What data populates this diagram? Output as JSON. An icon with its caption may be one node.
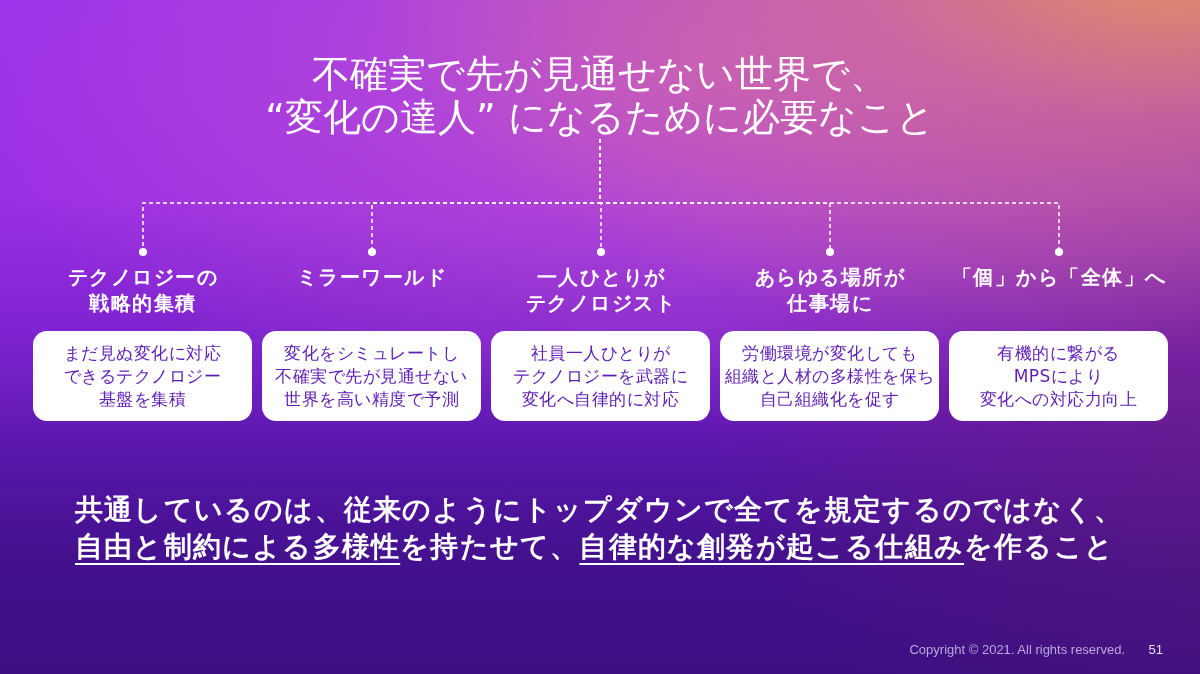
{
  "diagram": {
    "nodes": [
      {
        "text": [
          "不確実で先が見通せない世界で、“変化の達人” になるために必要なこと"
        ]
      },
      {
        "text": [
          "テクノロジーの戦略的集積",
          "まだ見ぬ変化に対応できるテクノロジー基盤を集積"
        ]
      },
      {
        "text": [
          "ミラーワールド",
          "変化をシミュレートし不確実で先が見通せない世界を高い精度で予測"
        ]
      },
      {
        "text": [
          "一人ひとりがテクノロジスト",
          "社員一人ひとりがテクノロジーを武器に変化へ自律的に対応"
        ]
      },
      {
        "text": [
          "あらゆる場所が仕事場に",
          "労働環境が変化しても組織と人材の多様性を保ち自己組織化を促す"
        ]
      },
      {
        "text": [
          "「個」から「全体」へ",
          "有機的に繋がるMPSにより変化への対応力向上"
        ]
      }
    ],
    "edges": [
      {
        "from": 0,
        "to": 1,
        "arrow": "other",
        "style": "dashed"
      },
      {
        "from": 0,
        "to": 2,
        "arrow": "other",
        "style": "dashed"
      },
      {
        "from": 0,
        "to": 3,
        "arrow": "other",
        "style": "dashed"
      },
      {
        "from": 0,
        "to": 4,
        "arrow": "other",
        "style": "dashed"
      },
      {
        "from": 0,
        "to": 5,
        "arrow": "other",
        "style": "dashed"
      }
    ],
    "labels": [
      "共通しているのは、従来のようにトップダウンで全てを規定するのではなく、**自由と制約による多様性**を持たせて、**自律的な創発が起こる仕組み**を作ること",
      "Copyright © 2021. All rights reserved.",
      "51"
    ]
  }
}
